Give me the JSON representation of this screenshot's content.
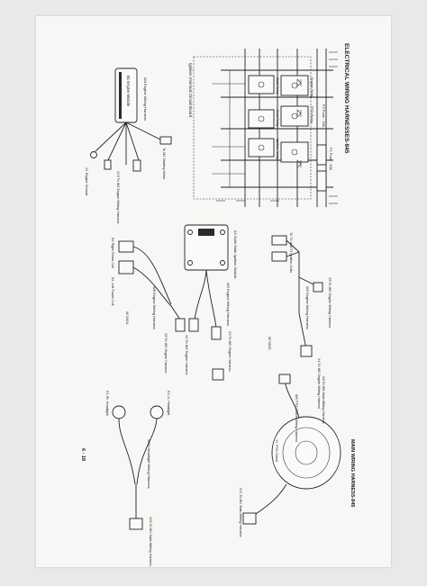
{
  "titles": {
    "schematic": "ELECTRICAL WIRING HARNESSES-845",
    "main_harness": "MAIN WIRING HARNESS-845",
    "page_number": "6 - 18"
  },
  "schematic_labels": {
    "ignition_board": "Ignition Interlock Circuit Board",
    "fuse_1": "F1 Fuse - 15A",
    "fuse_2": "F2 Fuse - 15A",
    "start_relay": "Start Relay",
    "ignition_relay": "Ignition Relay",
    "seat_relay": "Seat Relay",
    "pto_relay": "PTO Relay",
    "engine_relay": "Engine Relay"
  },
  "regulator": {
    "name": "B1 Engine Module",
    "harness": "W4 Engine Wiring Harness",
    "ground": "X1 Engine Ground",
    "to_starter": "To M1 Starting Motor",
    "to_harness": "X15 To W2 Engine Wiring Harness"
  },
  "middle": {
    "module": "A3 Solid State Ignition Module",
    "harness": "W2 Engine Wiring Harness",
    "connector_a": "X4 To W2 Engine Harness",
    "connector_b": "X3 To W2 Engine Harness"
  },
  "left": {
    "coil_right": "B2 Right Power Coil",
    "coil_left": "B1 Left Power Coil",
    "harness": "W6 Engine Wiring Harness",
    "connector": "X5 To W2 Engine Harness",
    "part_code": "M74924"
  },
  "top_right": {
    "ignition_coils": "To T1 and T2 Ignition Coils",
    "harness": "W3 Engine Wiring Harness",
    "connector": "X4 To W2 Engine Wiring Harness",
    "connector_b": "X5 To W2 Engine Wiring Harness",
    "part_code": "M74525"
  },
  "headlights": {
    "right": "E1 Rt. Headlight",
    "left": "E2 Lt. Headlight",
    "harness": "W10 Headlight Wiring Harness",
    "connector": "X23 To W1 Main Wiring Harness"
  },
  "pto": {
    "harness": "W5 PTO Clutch Wiring Harness",
    "clutch": "Y1 PTO Clutch",
    "connector": "X11 To W1 Main Wiring Harness",
    "connector_b": "X8 To W5 Main Wiring Harness"
  }
}
